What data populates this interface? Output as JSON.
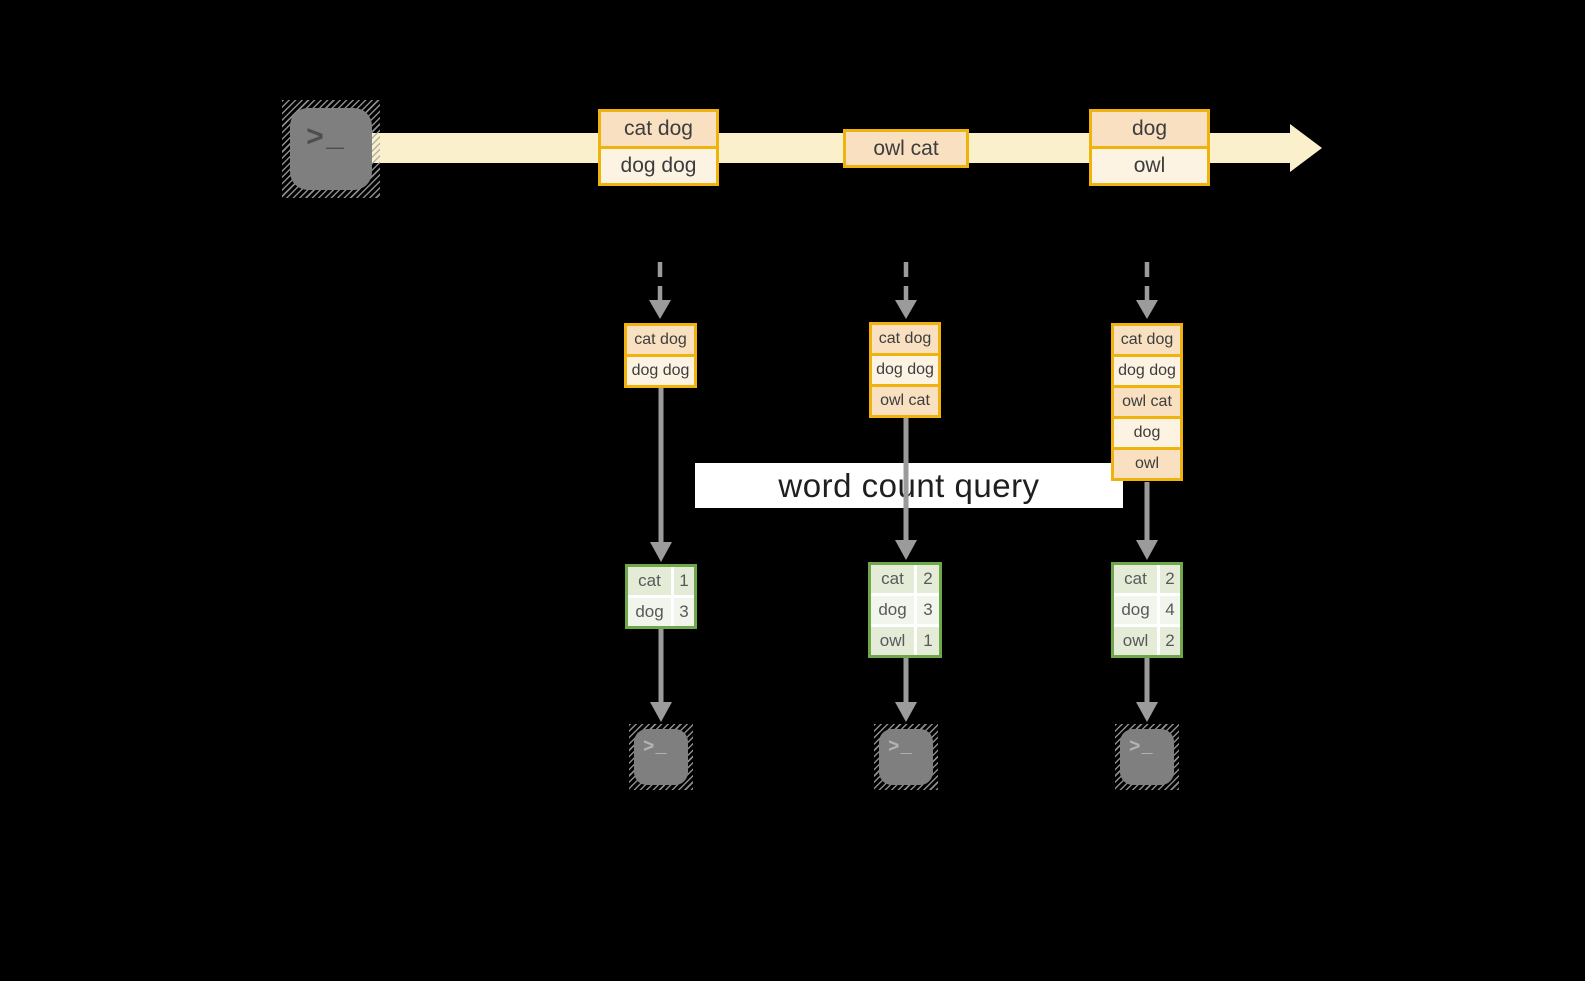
{
  "diagram_title": "word count query",
  "colors": {
    "background": "#000000",
    "stream_band": "#faf0cb",
    "orange_border": "#f0b20c",
    "cell_peach": "#f8e0c0",
    "cell_cream": "#fdf3e3",
    "green_border": "#6fa84a",
    "green_cell_odd": "#e4ecd8",
    "green_cell_even": "#f1f5eb",
    "arrow_gray": "#9b9b9b",
    "terminal_gray": "#7f7f7f"
  },
  "source_terminal": {
    "glyph": ">_"
  },
  "stream": {
    "events": [
      {
        "cells": [
          "cat dog",
          "dog dog"
        ]
      },
      {
        "cells": [
          "owl cat"
        ]
      },
      {
        "cells": [
          "dog",
          "owl"
        ]
      }
    ]
  },
  "query_label": "word count query",
  "columns": [
    {
      "buffer": [
        "cat dog",
        "dog dog"
      ],
      "counts": [
        [
          "cat",
          "1"
        ],
        [
          "dog",
          "3"
        ]
      ],
      "sink_glyph": ">_"
    },
    {
      "buffer": [
        "cat dog",
        "dog dog",
        "owl cat"
      ],
      "counts": [
        [
          "cat",
          "2"
        ],
        [
          "dog",
          "3"
        ],
        [
          "owl",
          "1"
        ]
      ],
      "sink_glyph": ">_"
    },
    {
      "buffer": [
        "cat dog",
        "dog dog",
        "owl cat",
        "dog",
        "owl"
      ],
      "counts": [
        [
          "cat",
          "2"
        ],
        [
          "dog",
          "4"
        ],
        [
          "owl",
          "2"
        ]
      ],
      "sink_glyph": ">_"
    }
  ]
}
